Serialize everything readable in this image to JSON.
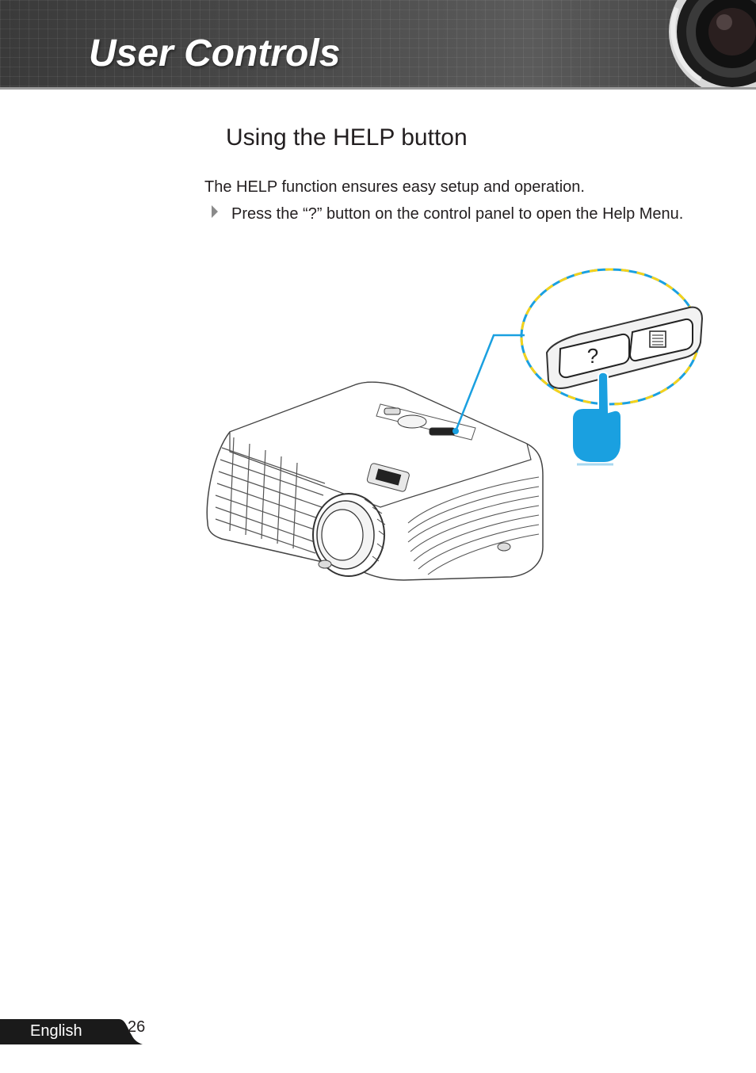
{
  "header": {
    "title": "User Controls",
    "icon": "camera-lens-icon"
  },
  "section": {
    "title": "Using the HELP button",
    "intro": "The HELP function ensures easy setup and operation.",
    "bullets": [
      "Press the “?” button on the control panel to open the Help Menu."
    ]
  },
  "illustration": {
    "help_button_glyph": "?",
    "icons": [
      "projector-icon",
      "help-button-icon",
      "menu-button-icon",
      "pointing-hand-icon"
    ],
    "callout_color": "#1aa0e0",
    "highlight_color": "#f5d21a"
  },
  "footer": {
    "language": "English",
    "page_number": "26"
  }
}
